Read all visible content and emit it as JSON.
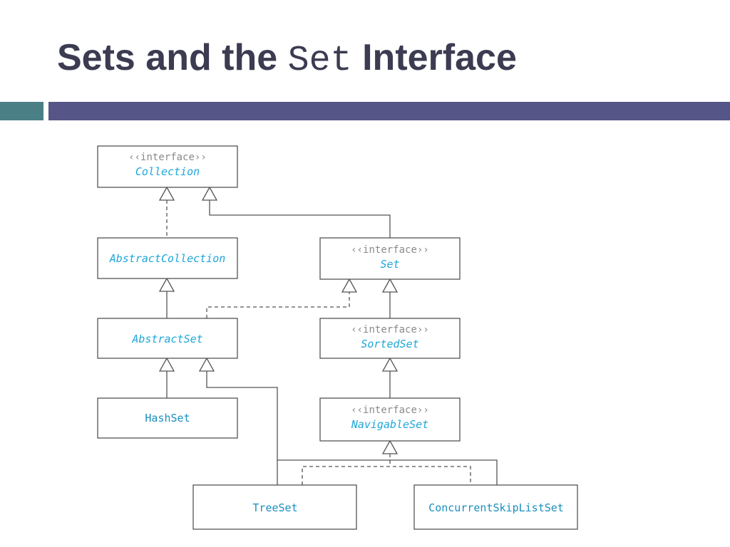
{
  "title": {
    "part1": "Sets and the",
    "code": "Set",
    "part2": "Interface"
  },
  "colors": {
    "title_text": "#3b3b51",
    "bar_teal": "#4a7f86",
    "bar_purple": "#555588",
    "interface_name": "#1ea7d8",
    "class_name": "#1a8fc0",
    "stereotype": "#8a8a8a"
  },
  "diagram": {
    "stereotype": "‹‹interface››",
    "nodes": {
      "collection": {
        "name": "Collection",
        "is_interface": true
      },
      "abstract_collection": {
        "name": "AbstractCollection",
        "is_interface": false
      },
      "set": {
        "name": "Set",
        "is_interface": true
      },
      "abstract_set": {
        "name": "AbstractSet",
        "is_interface": false
      },
      "sorted_set": {
        "name": "SortedSet",
        "is_interface": true
      },
      "hash_set": {
        "name": "HashSet",
        "is_interface": false
      },
      "navigable_set": {
        "name": "NavigableSet",
        "is_interface": true
      },
      "tree_set": {
        "name": "TreeSet",
        "is_interface": false
      },
      "concurrent_skip_list_set": {
        "name": "ConcurrentSkipListSet",
        "is_interface": false
      }
    },
    "edges": [
      {
        "from": "abstract_collection",
        "to": "collection",
        "kind": "realization"
      },
      {
        "from": "set",
        "to": "collection",
        "kind": "generalization"
      },
      {
        "from": "abstract_set",
        "to": "abstract_collection",
        "kind": "generalization"
      },
      {
        "from": "abstract_set",
        "to": "set",
        "kind": "realization"
      },
      {
        "from": "sorted_set",
        "to": "set",
        "kind": "generalization"
      },
      {
        "from": "hash_set",
        "to": "abstract_set",
        "kind": "generalization"
      },
      {
        "from": "tree_set",
        "to": "abstract_set",
        "kind": "generalization"
      },
      {
        "from": "navigable_set",
        "to": "sorted_set",
        "kind": "generalization"
      },
      {
        "from": "tree_set",
        "to": "navigable_set",
        "kind": "realization"
      },
      {
        "from": "concurrent_skip_list_set",
        "to": "navigable_set",
        "kind": "realization"
      },
      {
        "from": "concurrent_skip_list_set",
        "to": "abstract_set",
        "kind": "generalization"
      }
    ]
  }
}
